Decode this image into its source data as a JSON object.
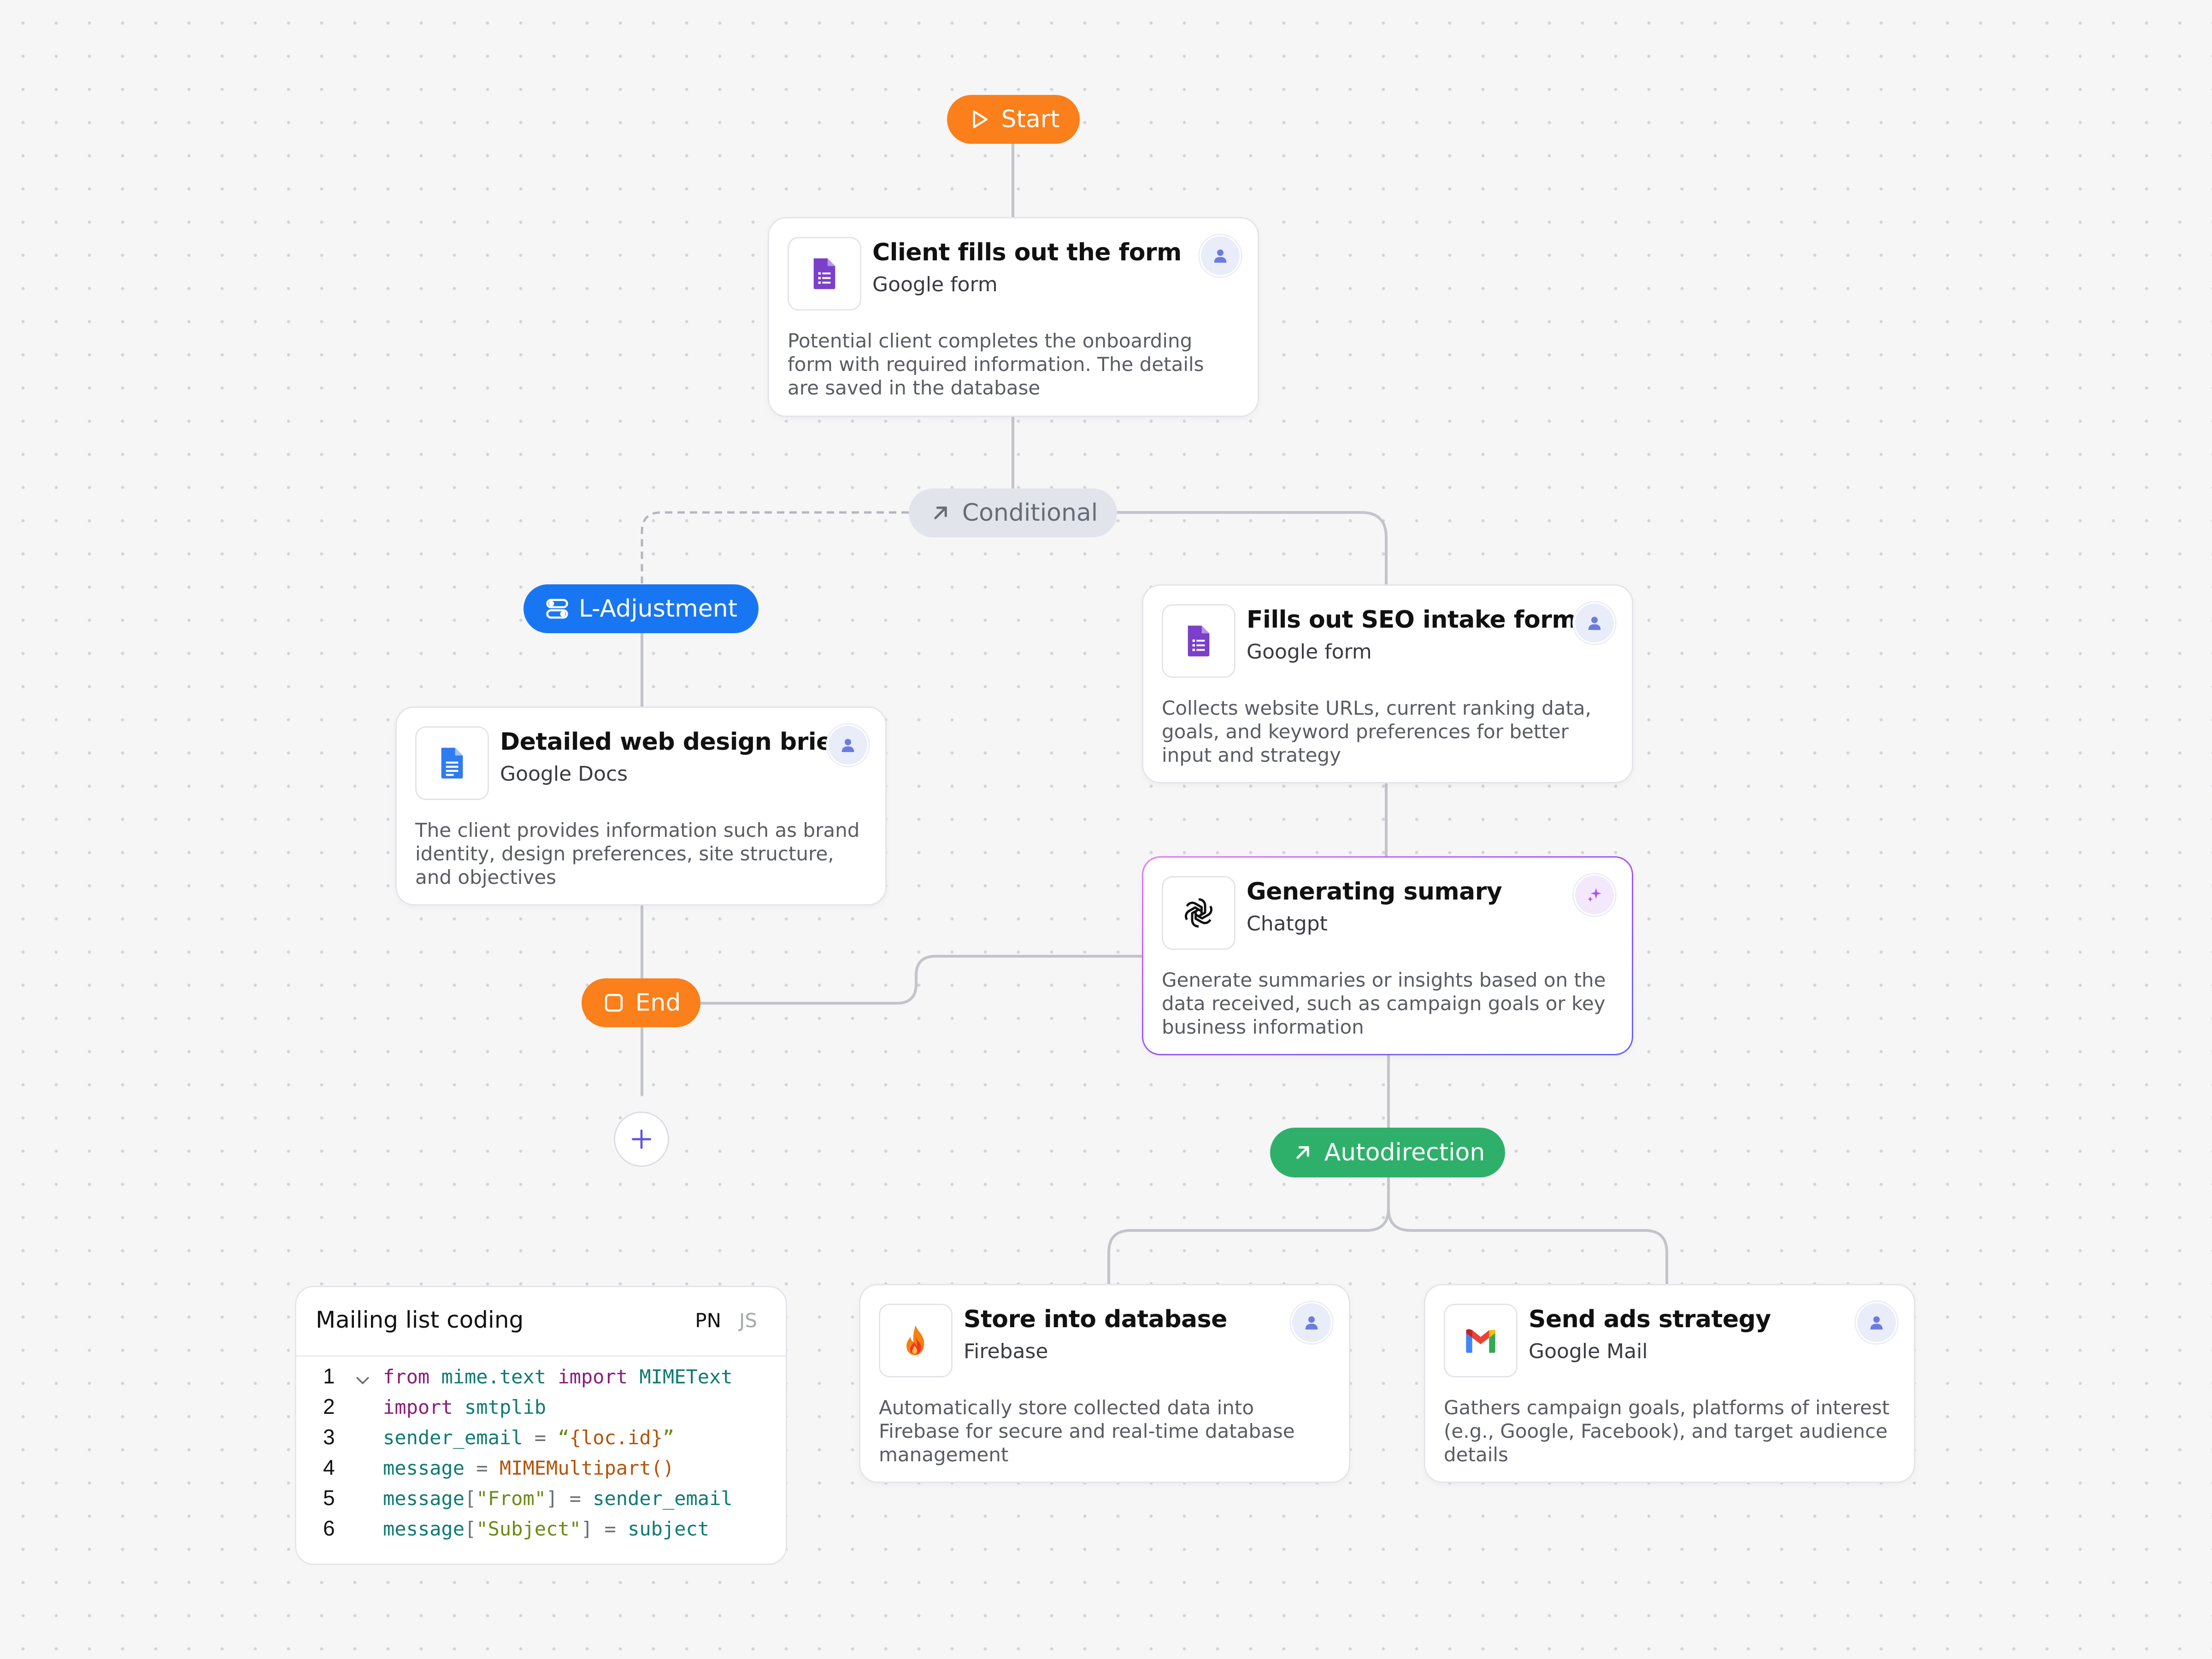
{
  "nodes": {
    "start": {
      "label": "Start"
    },
    "client_form": {
      "title": "Client fills out the form",
      "app": "Google form",
      "description": "Potential client completes the onboarding form with required information. The details are saved in the database"
    },
    "conditional": {
      "label": "Conditional"
    },
    "l_adjustment": {
      "label": "L-Adjustment"
    },
    "design_brief": {
      "title": "Detailed web design brief",
      "app": "Google Docs",
      "description": "The client provides information such as brand identity, design preferences, site structure, and objectives"
    },
    "seo_form": {
      "title": "Fills out SEO intake form",
      "app": "Google form",
      "description": "Collects website URLs, current ranking data, goals, and keyword preferences for better input and strategy"
    },
    "summary": {
      "title": "Generating sumary",
      "app": "Chatgpt",
      "description": "Generate summaries or insights based on the data received, such as campaign goals or key business information"
    },
    "end": {
      "label": "End"
    },
    "autodirection": {
      "label": "Autodirection"
    },
    "store_db": {
      "title": "Store into database",
      "app": "Firebase",
      "description": "Automatically store collected data into Firebase for secure and real-time database management"
    },
    "send_ads": {
      "title": "Send ads strategy",
      "app": "Google Mail",
      "description": "Gathers campaign goals, platforms of interest (e.g., Google, Facebook), and target audience details"
    }
  },
  "code_panel": {
    "title": "Mailing list coding",
    "languages": [
      "PN",
      "JS"
    ],
    "active_language": "PN",
    "line_numbers": [
      "1",
      "2",
      "3",
      "4",
      "5",
      "6"
    ]
  },
  "icons": {
    "start": "play-icon",
    "conditional": "arrow-up-right-icon",
    "l_adjustment": "toggles-icon",
    "end": "stop-square-icon",
    "autodirection": "arrow-up-right-icon",
    "add": "plus-icon",
    "assignee": "user-icon",
    "ai": "sparkle-icon"
  },
  "colors": {
    "orange": "#fb7f1a",
    "blue": "#1976f2",
    "green": "#2eb06b",
    "gray_pill": "#e1e4ea",
    "ai_border": "#a855f7"
  }
}
